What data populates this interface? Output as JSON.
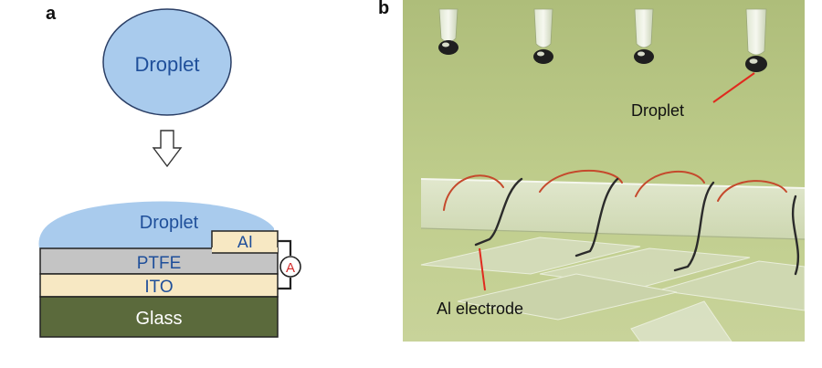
{
  "panel_a": {
    "letter": "a",
    "droplet_label": "Droplet",
    "layer_droplet_label": "Droplet",
    "al_label": "Al",
    "ptfe_label": "PTFE",
    "ito_label": "ITO",
    "glass_label": "Glass",
    "ammeter_label": "A",
    "colors": {
      "droplet_fill": "#a9cbed",
      "droplet_text": "#1f4f9a",
      "ptfe": "#c4c4c4",
      "ito": "#f7e8c3",
      "glass": "#5b6a3c",
      "al": "#f7e8c3",
      "ammeter": "#d22b2b"
    }
  },
  "panel_b": {
    "letter": "b",
    "droplet_label": "Droplet",
    "electrode_label": "Al electrode",
    "colors": {
      "background": "#b7c783",
      "pointer": "#e02a1e"
    }
  }
}
